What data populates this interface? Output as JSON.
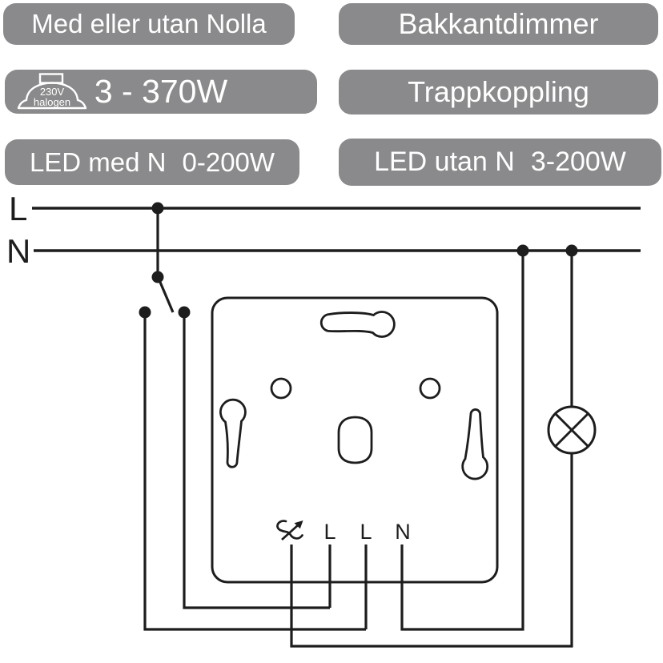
{
  "colors": {
    "badge_gray": "#8a8a8c",
    "badge_text": "#ffffff",
    "line_black": "#1d1d1d",
    "background": "#ffffff"
  },
  "badges": {
    "left": [
      {
        "label": "Med eller utan Nolla"
      },
      {
        "label": "3 - 370W",
        "icon": "halogen-lamp-icon",
        "icon_line1": "230V",
        "icon_line2": "halogen"
      },
      {
        "label": "LED med N",
        "value": "0-200W"
      }
    ],
    "right": [
      {
        "label": "Bakkantdimmer"
      },
      {
        "label": "Trappkoppling"
      },
      {
        "label": "LED utan N",
        "value": "3-200W"
      }
    ]
  },
  "diagram": {
    "bus_labels": {
      "live": "L",
      "neutral": "N"
    },
    "terminals": {
      "t1_icon": "dimmed-output-arrow-icon",
      "t2": "L",
      "t3": "L",
      "t4": "N"
    },
    "components": {
      "switch": "changeover-switch",
      "lamp": "lamp-icon",
      "device": "dimmer-mounting-plate"
    }
  }
}
